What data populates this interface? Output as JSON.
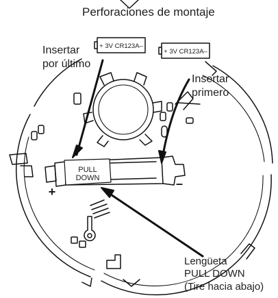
{
  "labels": {
    "mounting_holes": "Perforaciones de montaje",
    "insert_last": [
      "Insertar",
      "por último"
    ],
    "insert_first": [
      "Insertar",
      "primero"
    ],
    "pull_tab": [
      "Lengüeta",
      "PULL DOWN",
      "(Tire hacia abajo)"
    ]
  },
  "batteries": [
    {
      "label": "+ 3V  CR123A–"
    },
    {
      "label": "+ 3V  CR123A–"
    }
  ],
  "tab_text": [
    "PULL",
    "DOWN"
  ],
  "polarity": {
    "positive": "+",
    "negative": "–"
  }
}
